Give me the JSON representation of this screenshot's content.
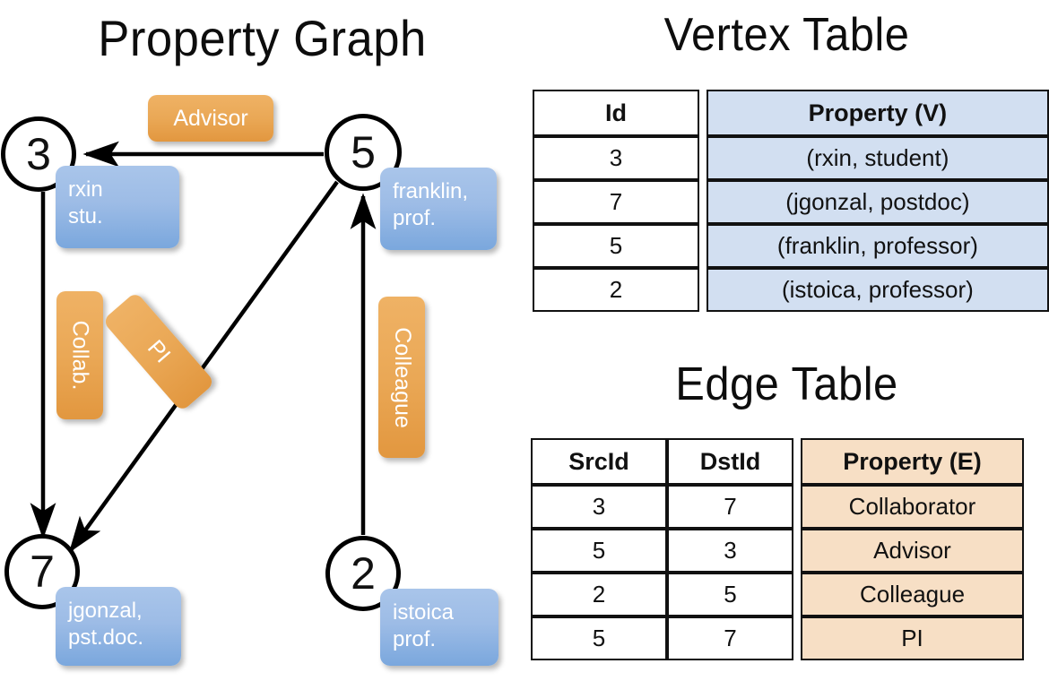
{
  "titles": {
    "property_graph": "Property Graph",
    "vertex_table": "Vertex Table",
    "edge_table": "Edge Table"
  },
  "graph": {
    "nodes": [
      {
        "id": "3",
        "property": "rxin\nstu.",
        "line1": "rxin",
        "line2": "stu."
      },
      {
        "id": "5",
        "property": "franklin,\nprof.",
        "line1": "franklin,",
        "line2": "prof."
      },
      {
        "id": "7",
        "property": "jgonzal,\npst.doc.",
        "line1": "jgonzal,",
        "line2": "pst.doc."
      },
      {
        "id": "2",
        "property": "istoica\nprof.",
        "line1": "istoica",
        "line2": "prof."
      }
    ],
    "edges": [
      {
        "from": "5",
        "to": "3",
        "label": "Advisor"
      },
      {
        "from": "3",
        "to": "7",
        "label": "Collab."
      },
      {
        "from": "5",
        "to": "7",
        "label": "PI"
      },
      {
        "from": "2",
        "to": "5",
        "label": "Colleague"
      }
    ]
  },
  "vertex_table": {
    "headers": [
      "Id",
      "Property (V)"
    ],
    "rows": [
      {
        "id": "3",
        "property": "(rxin, student)"
      },
      {
        "id": "7",
        "property": "(jgonzal, postdoc)"
      },
      {
        "id": "5",
        "property": "(franklin, professor)"
      },
      {
        "id": "2",
        "property": "(istoica, professor)"
      }
    ]
  },
  "edge_table": {
    "headers": [
      "SrcId",
      "DstId",
      "Property (E)"
    ],
    "rows": [
      {
        "src": "3",
        "dst": "7",
        "property": "Collaborator"
      },
      {
        "src": "5",
        "dst": "3",
        "property": "Advisor"
      },
      {
        "src": "2",
        "dst": "5",
        "property": "Colleague"
      },
      {
        "src": "5",
        "dst": "7",
        "property": "PI"
      }
    ]
  },
  "colors": {
    "vertex_property_fill": "#d2dff1",
    "edge_property_fill": "#f7dfc5",
    "vertex_box": "#9dbce6",
    "edge_box": "#eaa856",
    "stroke": "#000000"
  }
}
